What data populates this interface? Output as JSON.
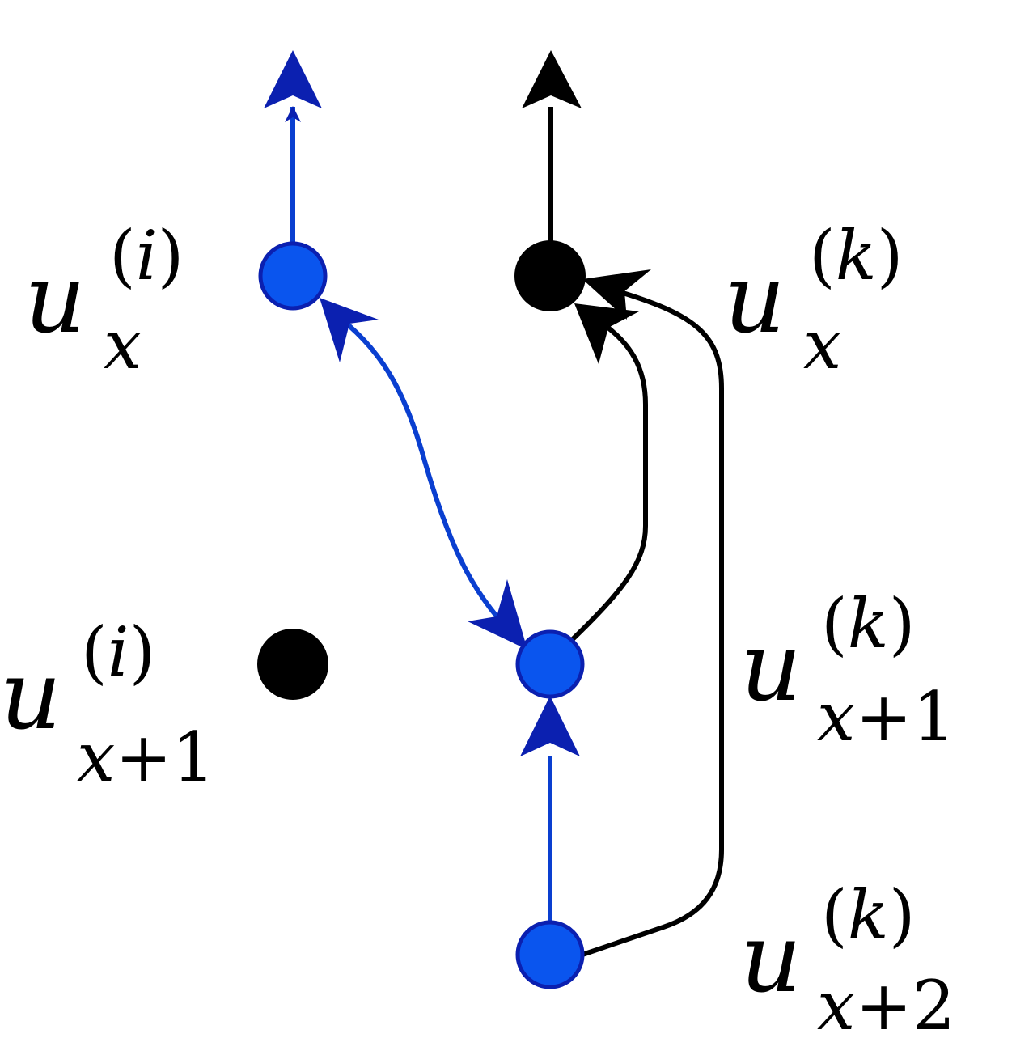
{
  "colors": {
    "blue": "#0a3fd0",
    "blue_fill": "#0a55ee",
    "blue_stroke": "#0b20b0",
    "black": "#000000",
    "background": "#ffffff"
  },
  "nodes": [
    {
      "id": "u_x_i",
      "fill": "blue"
    },
    {
      "id": "u_x_k",
      "fill": "black"
    },
    {
      "id": "u_x1_i",
      "fill": "black"
    },
    {
      "id": "u_x1_k",
      "fill": "blue"
    },
    {
      "id": "u_x2_k",
      "fill": "blue"
    }
  ],
  "edges": [
    {
      "from": "u_x_i",
      "to": "up",
      "color": "blue",
      "type": "directed"
    },
    {
      "from": "u_x_k",
      "to": "up",
      "color": "black",
      "type": "directed"
    },
    {
      "from": "u_x_i",
      "to": "u_x1_k",
      "color": "blue",
      "type": "bidirected"
    },
    {
      "from": "u_x1_k",
      "to": "u_x_k",
      "color": "black",
      "type": "directed"
    },
    {
      "from": "u_x2_k",
      "to": "u_x_k",
      "color": "black",
      "type": "directed"
    },
    {
      "from": "u_x2_k",
      "to": "u_x1_k",
      "color": "blue",
      "type": "directed"
    }
  ],
  "labels": {
    "u_x_i": {
      "base": "u",
      "sup_open": "(",
      "sup_var": "i",
      "sup_close": ")",
      "sub_var": "x",
      "sub_rest": ""
    },
    "u_x_k": {
      "base": "u",
      "sup_open": "(",
      "sup_var": "k",
      "sup_close": ")",
      "sub_var": "x",
      "sub_rest": ""
    },
    "u_x1_i": {
      "base": "u",
      "sup_open": "(",
      "sup_var": "i",
      "sup_close": ")",
      "sub_var": "x",
      "sub_rest": "+1"
    },
    "u_x1_k": {
      "base": "u",
      "sup_open": "(",
      "sup_var": "k",
      "sup_close": ")",
      "sub_var": "x",
      "sub_rest": "+1"
    },
    "u_x2_k": {
      "base": "u",
      "sup_open": "(",
      "sup_var": "k",
      "sup_close": ")",
      "sub_var": "x",
      "sub_rest": "+2"
    }
  }
}
